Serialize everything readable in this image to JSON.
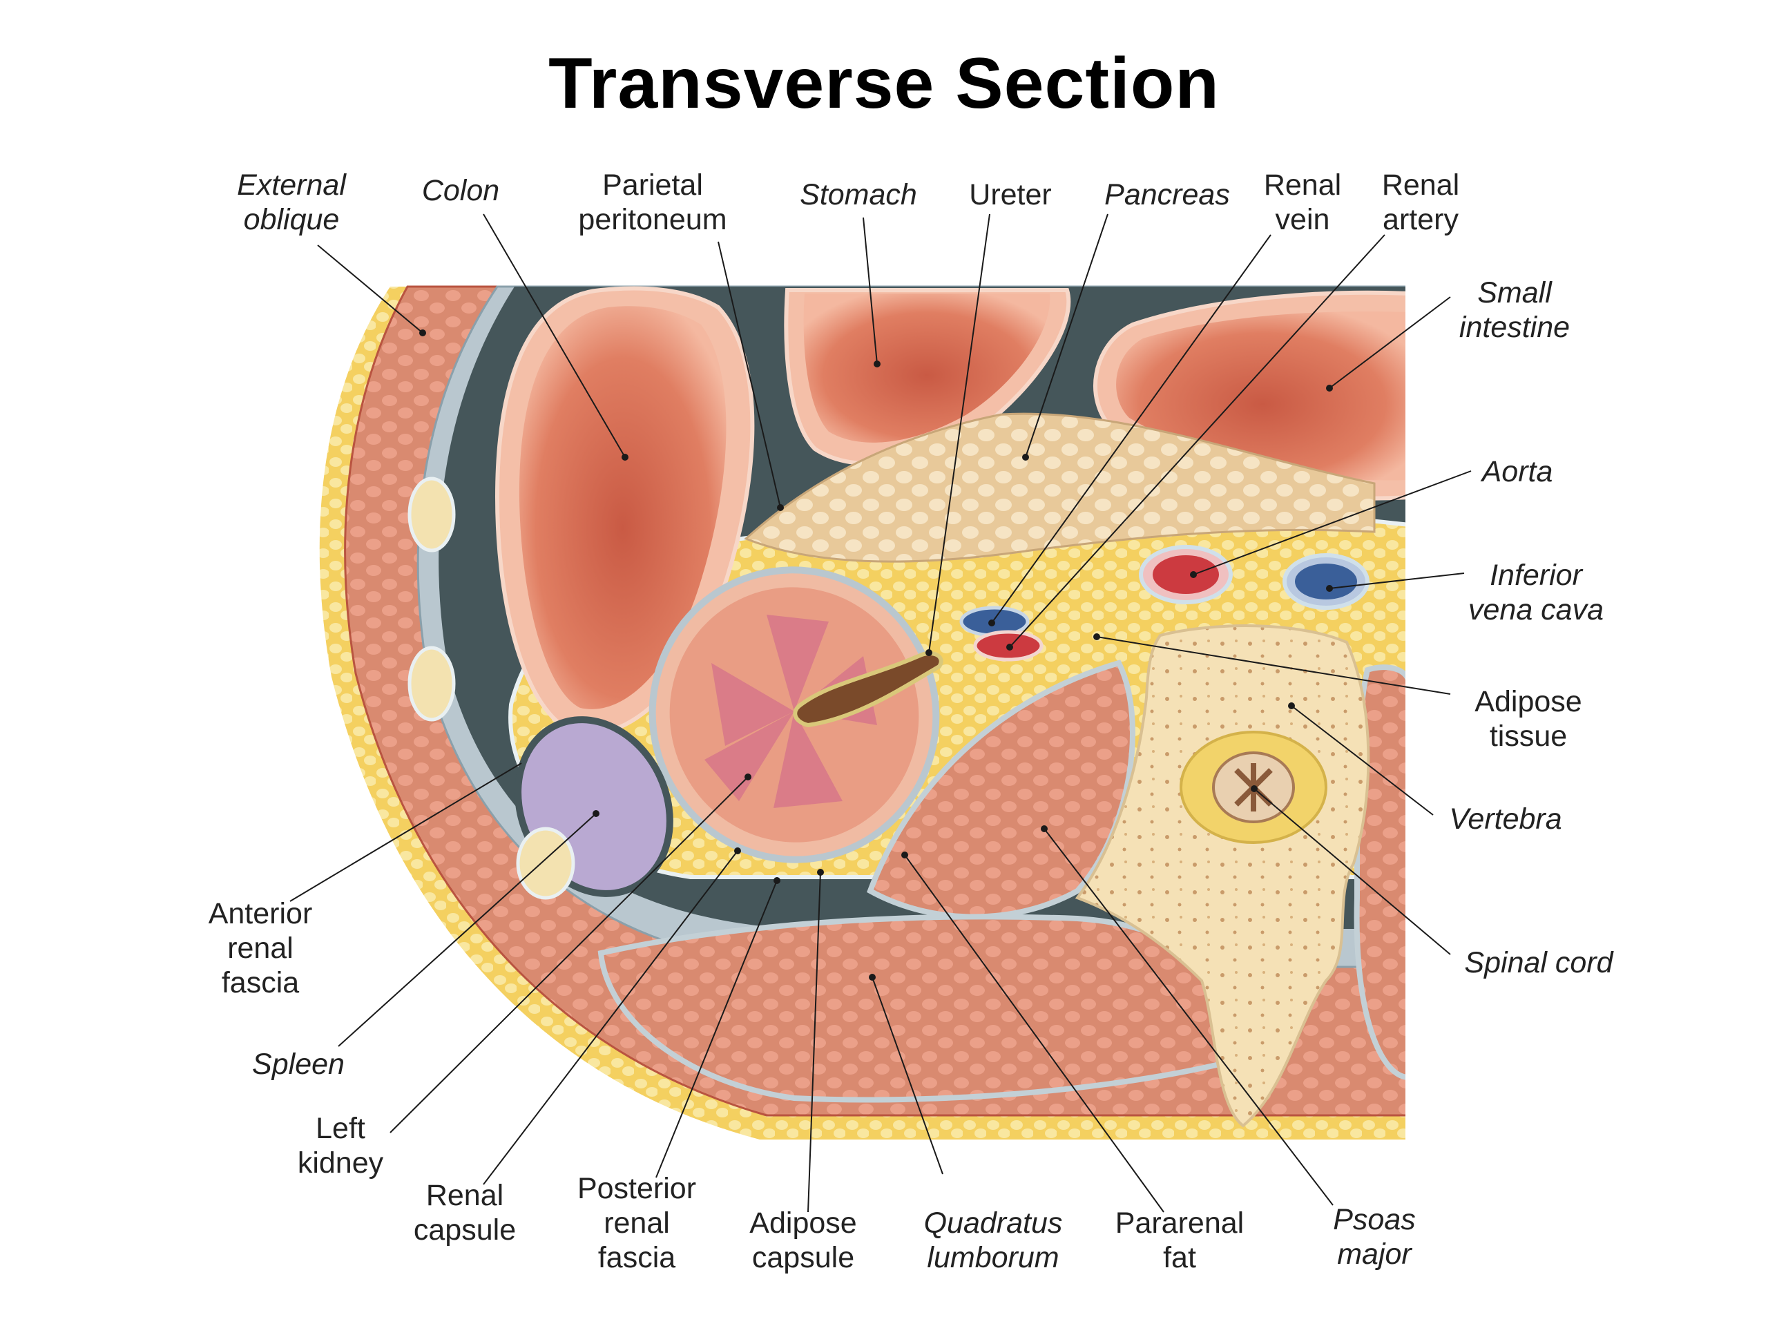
{
  "title": "Transverse Section",
  "labels": {
    "external_oblique": [
      "External",
      "oblique"
    ],
    "colon": [
      "Colon"
    ],
    "parietal_peritoneum": [
      "Parietal",
      "peritoneum"
    ],
    "stomach": [
      "Stomach"
    ],
    "ureter": [
      "Ureter"
    ],
    "pancreas": [
      "Pancreas"
    ],
    "renal_vein": [
      "Renal",
      "vein"
    ],
    "renal_artery": [
      "Renal",
      "artery"
    ],
    "small_intestine": [
      "Small",
      "intestine"
    ],
    "aorta": [
      "Aorta"
    ],
    "inferior_vena_cava": [
      "Inferior",
      "vena cava"
    ],
    "adipose_tissue": [
      "Adipose",
      "tissue"
    ],
    "vertebra": [
      "Vertebra"
    ],
    "spinal_cord": [
      "Spinal cord"
    ],
    "anterior_renal_fascia": [
      "Anterior",
      "renal",
      "fascia"
    ],
    "spleen": [
      "Spleen"
    ],
    "left_kidney": [
      "Left",
      "kidney"
    ],
    "renal_capsule": [
      "Renal",
      "capsule"
    ],
    "posterior_renal_fascia": [
      "Posterior",
      "renal",
      "fascia"
    ],
    "adipose_capsule": [
      "Adipose",
      "capsule"
    ],
    "quadratus_lumborum": [
      "Quadratus",
      "lumborum"
    ],
    "pararenal_fat": [
      "Pararenal",
      "fat"
    ],
    "psoas_major": [
      "Psoas",
      "major"
    ]
  },
  "colors": {
    "fat": "#f4d060",
    "fat_light": "#f8e7a8",
    "muscle": "#e6947a",
    "muscle_dark": "#c2614e",
    "peritoneum": "#45565a",
    "organ": "#d9735a",
    "organ_light": "#f2b39c",
    "pancreas": "#f3dcb4",
    "bone": "#f6e4bc",
    "spleen": "#b9a9d2",
    "aorta": "#cc3a40",
    "ivc": "#3a5f99",
    "fascia": "#b9c7cf"
  }
}
